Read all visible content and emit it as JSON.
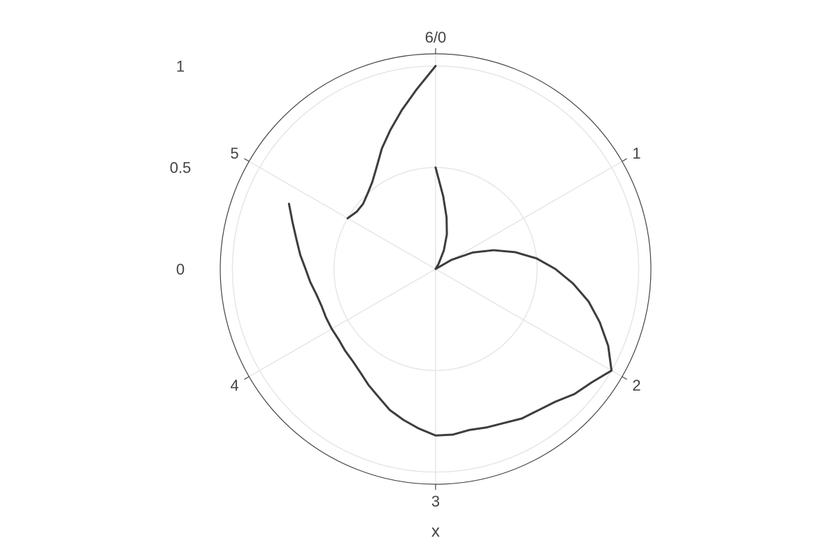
{
  "chart_data": {
    "type": "line",
    "coordinate_system": "polar",
    "title": "",
    "xlabel": "x",
    "ylabel": "",
    "angular_axis": {
      "range": [
        0,
        6
      ],
      "direction": "clockwise",
      "zero_at": "top",
      "ticks": [
        {
          "value": 0,
          "label": "6/0"
        },
        {
          "value": 1,
          "label": "1"
        },
        {
          "value": 2,
          "label": "2"
        },
        {
          "value": 3,
          "label": "3"
        },
        {
          "value": 4,
          "label": "4"
        },
        {
          "value": 5,
          "label": "5"
        }
      ]
    },
    "radial_axis": {
      "range": [
        0,
        1.06
      ],
      "ticks": [
        {
          "value": 0,
          "label": "0"
        },
        {
          "value": 0.5,
          "label": "0.5"
        },
        {
          "value": 1,
          "label": "1"
        }
      ]
    },
    "grid": true,
    "series": [
      {
        "color": "#3d3d3d",
        "x": [
          0,
          0.1,
          0.2,
          0.3,
          0.4,
          0.5,
          0.6,
          0.7,
          0.8,
          0.9,
          1.0,
          1.1,
          1.2,
          1.3,
          1.4,
          1.5,
          1.6,
          1.7,
          1.8,
          1.9,
          2.0,
          2.1,
          2.2,
          2.3,
          2.4,
          2.5,
          2.6,
          2.7,
          2.8,
          2.9,
          3.0,
          3.1,
          3.2,
          3.3,
          3.4,
          3.5,
          3.6,
          3.7,
          3.8,
          3.9,
          4.0,
          4.1,
          4.2,
          4.3,
          4.4,
          4.5,
          4.6,
          4.7,
          4.8,
          4.9,
          5.0,
          5.1,
          5.2,
          5.3,
          5.4,
          5.5,
          5.6,
          5.7,
          5.8,
          5.9,
          6.0
        ],
        "y": [
          0.5,
          0.36,
          0.26,
          0.18,
          0.1,
          0.03,
          0.0,
          0.0,
          0.0,
          0.0,
          0.09,
          0.2,
          0.3,
          0.4,
          0.5,
          0.59,
          0.68,
          0.77,
          0.85,
          0.93,
          1.0,
          0.95,
          0.92,
          0.88,
          0.86,
          0.85,
          0.83,
          0.82,
          0.81,
          0.82,
          0.82,
          0.79,
          0.76,
          0.73,
          0.69,
          0.66,
          0.63,
          0.61,
          0.6,
          0.59,
          0.59,
          0.59,
          0.59,
          0.6,
          0.62,
          0.64,
          0.67,
          0.7,
          0.74,
          0.79,
          0.5,
          0.48,
          0.48,
          0.5,
          0.53,
          0.58,
          0.65,
          0.72,
          0.8,
          0.89,
          1.0
        ]
      }
    ]
  }
}
